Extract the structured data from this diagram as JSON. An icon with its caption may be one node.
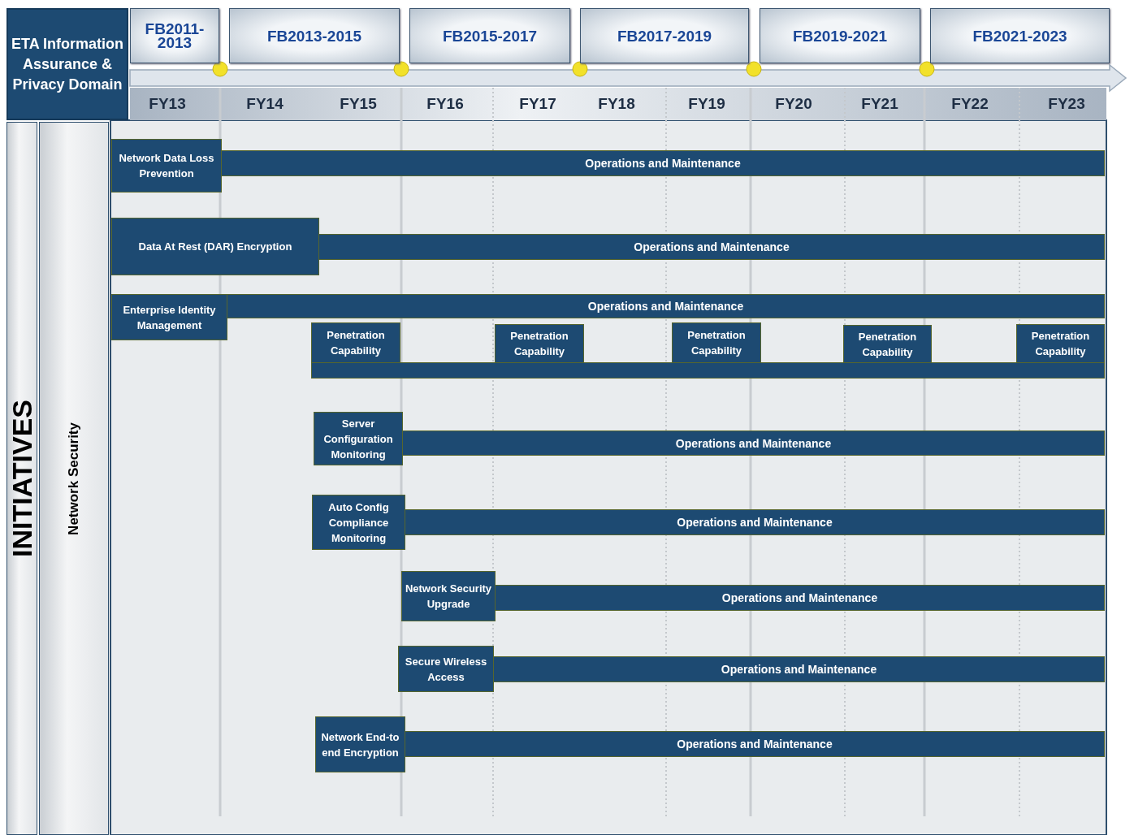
{
  "diagram": {
    "nodes": [
      {
        "text": [
          "ETA Information Assurance & Privacy Domain"
        ]
      },
      {
        "text": [
          "FB2011-2013"
        ]
      },
      {
        "text": [
          "FB2013-2015"
        ]
      },
      {
        "text": [
          "FB2015-2017"
        ]
      },
      {
        "text": [
          "FB2017-2019"
        ]
      },
      {
        "text": [
          "FB2019-2021"
        ]
      },
      {
        "text": [
          "FB2021-2023"
        ]
      },
      {
        "text": [
          "INITIATIVES"
        ]
      },
      {
        "text": [
          "Network Security"
        ]
      },
      {
        "text": [
          "Network Data Loss Prevention"
        ]
      },
      {
        "text": [
          "Operations and Maintenance"
        ]
      },
      {
        "text": [
          "Data At Rest (DAR) Encryption"
        ]
      },
      {
        "text": [
          "Operations and Maintenance"
        ]
      },
      {
        "text": [
          "Enterprise Identity Management"
        ]
      },
      {
        "text": [
          "Operations and Maintenance"
        ]
      },
      {
        "text": [],
        "shape": "bar"
      },
      {
        "text": [
          "Penetration Capability"
        ]
      },
      {
        "text": [
          "Penetration Capability"
        ]
      },
      {
        "text": [
          "Penetration Capability"
        ]
      },
      {
        "text": [
          "Penetration Capability"
        ]
      },
      {
        "text": [
          "Penetration Capability"
        ]
      },
      {
        "text": [
          "Server Configuration Monitoring"
        ]
      },
      {
        "text": [
          "Operations and Maintenance"
        ]
      },
      {
        "text": [
          "Auto Config Compliance Monitoring"
        ]
      },
      {
        "text": [
          "Operations and Maintenance"
        ]
      },
      {
        "text": [
          "Network Security Upgrade"
        ]
      },
      {
        "text": [
          "Operations and Maintenance"
        ]
      },
      {
        "text": [
          "Secure Wireless Access"
        ]
      },
      {
        "text": [
          "Operations and Maintenance"
        ]
      },
      {
        "text": [
          "Network End-to end Encryption"
        ]
      },
      {
        "text": [
          "Operations and Maintenance"
        ]
      }
    ],
    "labels": [
      "FY13",
      "FY14",
      "FY15",
      "FY16",
      "FY17",
      "FY18",
      "FY19",
      "FY20",
      "FY21",
      "FY22",
      "FY23"
    ]
  }
}
